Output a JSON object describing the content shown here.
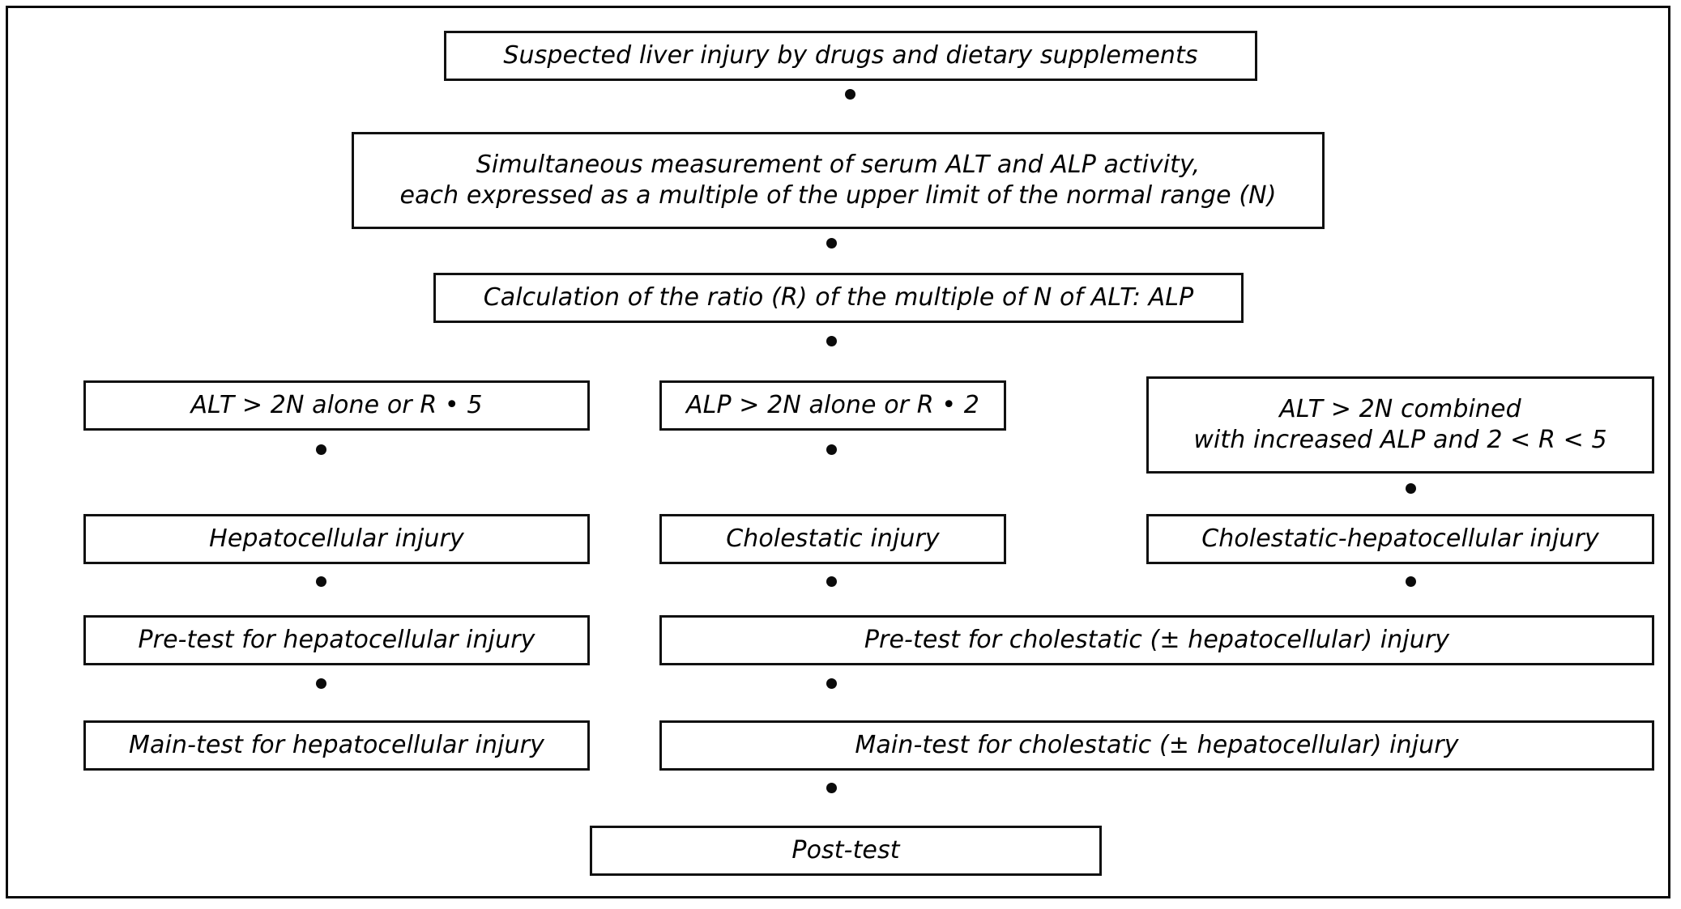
{
  "figure": {
    "title": "Diagnostic algorithm flowchart for suspected liver injury by drugs and dietary supplements",
    "border_color": "#0a0a0a",
    "box_border_color": "#111111",
    "background": "#ffffff",
    "connector_color": "#0b0b0b",
    "connector_glyph": "filled-dot"
  },
  "nodes": {
    "suspected": "Suspected liver injury by drugs and dietary supplements",
    "measurement": "Simultaneous measurement of serum ALT and ALP activity,\neach expressed as a multiple of the upper limit of the normal range (N)",
    "ratio": "Calculation of the ratio (R) of the multiple of N of ALT: ALP",
    "criteria_alt": "ALT > 2N alone or R •  5",
    "criteria_alp": "ALP > 2N alone or R •  2",
    "criteria_combined": "ALT > 2N combined\nwith increased ALP and 2 < R < 5",
    "injury_hepatocellular": "Hepatocellular injury",
    "injury_cholestatic": "Cholestatic injury",
    "injury_cholestatic_hepatocellular": "Cholestatic-hepatocellular injury",
    "pretest_hepatocellular": "Pre-test for hepatocellular injury",
    "pretest_cholestatic": "Pre-test for cholestatic (± hepatocellular) injury",
    "maintest_hepatocellular": "Main-test for hepatocellular injury",
    "maintest_cholestatic": "Main-test for cholestatic (± hepatocellular) injury",
    "posttest": "Post-test"
  }
}
